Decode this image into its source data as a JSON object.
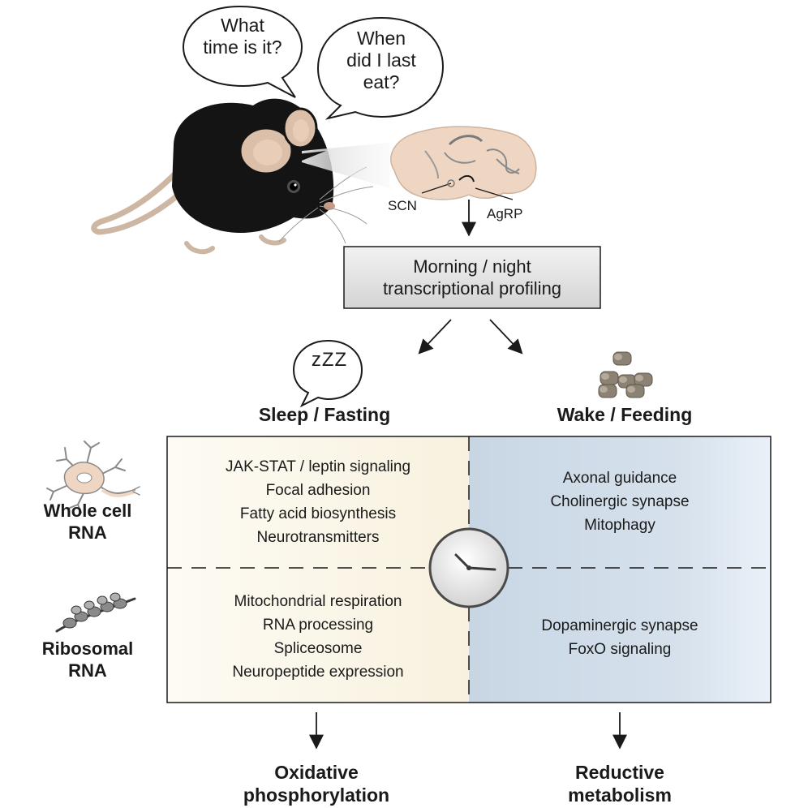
{
  "speech_bubbles": {
    "time": [
      "What",
      "time is it?"
    ],
    "meal": [
      "When",
      "did I last",
      "eat?"
    ],
    "sleep": "zZZ"
  },
  "brain_labels": {
    "scn": "SCN",
    "agrp": "AgRP"
  },
  "profiling_box": [
    "Morning / night",
    "transcriptional profiling"
  ],
  "conditions": {
    "left": "Sleep / Fasting",
    "right": "Wake / Feeding"
  },
  "row_labels": {
    "whole_cell": [
      "Whole cell",
      "RNA"
    ],
    "ribosomal": [
      "Ribosomal",
      "RNA"
    ]
  },
  "pathways": {
    "sleep_whole_cell": [
      "JAK-STAT / leptin signaling",
      "Focal adhesion",
      "Fatty acid biosynthesis",
      "Neurotransmitters"
    ],
    "wake_whole_cell": [
      "Axonal guidance",
      "Cholinergic synapse",
      "Mitophagy"
    ],
    "sleep_ribosomal": [
      "Mitochondrial respiration",
      "RNA processing",
      "Spliceosome",
      "Neuropeptide expression"
    ],
    "wake_ribosomal": [
      "Dopaminergic synapse",
      "FoxO signaling"
    ]
  },
  "outcomes": {
    "left": [
      "Oxidative",
      "phosphorylation"
    ],
    "right": [
      "Reductive",
      "metabolism"
    ]
  },
  "colors": {
    "sleep_panel": "#fbf7ea",
    "wake_panel": "#c9d7e5",
    "mouse_fur": "#141414",
    "mouse_skin": "#dcbfa8",
    "brain": "#efd6c3",
    "pellet": "#8c8274"
  }
}
